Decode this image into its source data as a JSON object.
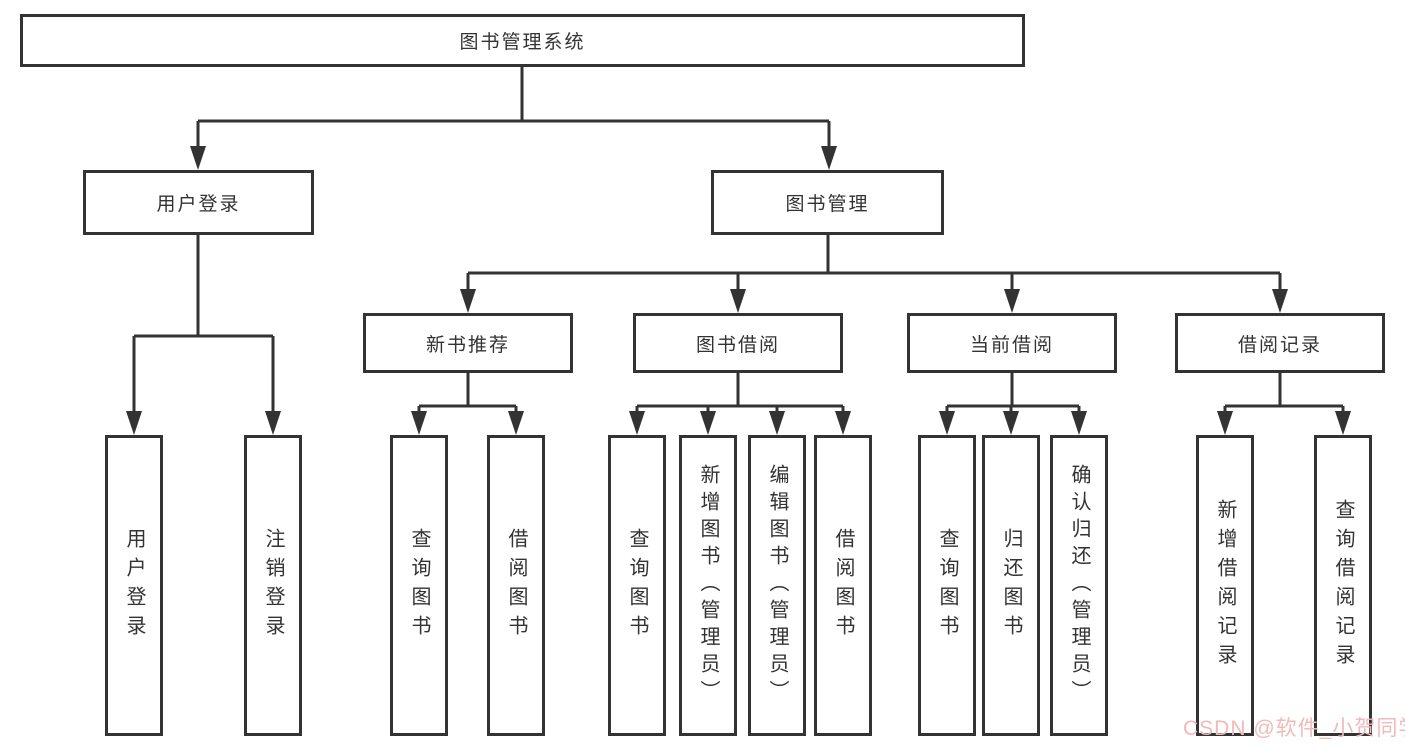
{
  "tree": {
    "root": {
      "label": "图书管理系统"
    },
    "branches": [
      {
        "label": "用户登录",
        "children": [
          {
            "label": "用户登录"
          },
          {
            "label": "注销登录"
          }
        ]
      },
      {
        "label": "图书管理",
        "children": [
          {
            "label": "新书推荐",
            "children": [
              {
                "label": "查询图书"
              },
              {
                "label": "借阅图书"
              }
            ]
          },
          {
            "label": "图书借阅",
            "children": [
              {
                "label": "查询图书"
              },
              {
                "label": "新增图书（管理员）"
              },
              {
                "label": "编辑图书（管理员）"
              },
              {
                "label": "借阅图书"
              }
            ]
          },
          {
            "label": "当前借阅",
            "children": [
              {
                "label": "查询图书"
              },
              {
                "label": "归还图书"
              },
              {
                "label": "确认归还（管理员）"
              }
            ]
          },
          {
            "label": "借阅记录",
            "children": [
              {
                "label": "新增借阅记录"
              },
              {
                "label": "查询借阅记录"
              }
            ]
          }
        ]
      }
    ]
  },
  "watermark": {
    "text": "CSDN @软件_小贺同学"
  },
  "colors": {
    "line": "#333333",
    "box_border": "#333333",
    "text": "#333333",
    "background": "#ffffff",
    "watermark": "#f2b9b9"
  }
}
